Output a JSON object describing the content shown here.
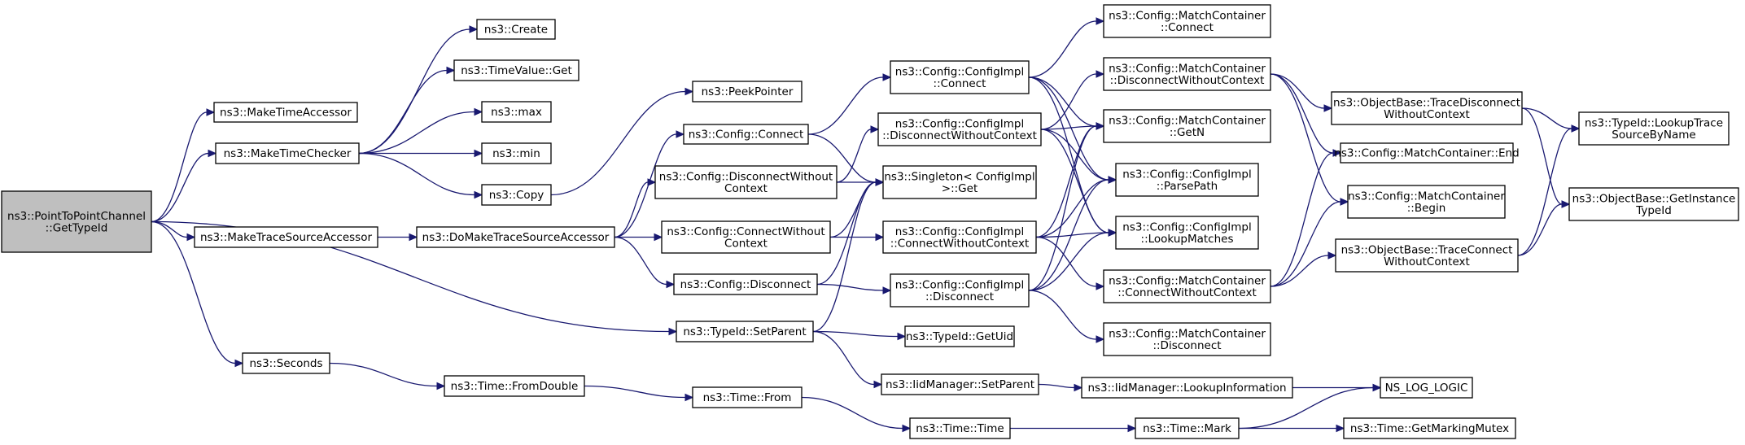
{
  "diagram": {
    "root": "PointToPointChannel",
    "nodes": [
      {
        "id": "PointToPointChannel",
        "lines": [
          "ns3::PointToPointChannel",
          "::GetTypeId"
        ],
        "root": true
      },
      {
        "id": "MakeTimeAccessor",
        "lines": [
          "ns3::MakeTimeAccessor"
        ]
      },
      {
        "id": "MakeTimeChecker",
        "lines": [
          "ns3::MakeTimeChecker"
        ]
      },
      {
        "id": "MakeTraceSourceAccessor",
        "lines": [
          "ns3::MakeTraceSourceAccessor"
        ]
      },
      {
        "id": "Seconds",
        "lines": [
          "ns3::Seconds"
        ]
      },
      {
        "id": "Create",
        "lines": [
          "ns3::Create"
        ]
      },
      {
        "id": "TimeValueGet",
        "lines": [
          "ns3::TimeValue::Get"
        ]
      },
      {
        "id": "Max",
        "lines": [
          "ns3::max"
        ]
      },
      {
        "id": "Min",
        "lines": [
          "ns3::min"
        ]
      },
      {
        "id": "Copy",
        "lines": [
          "ns3::Copy"
        ]
      },
      {
        "id": "DoMakeTraceSourceAccessor",
        "lines": [
          "ns3::DoMakeTraceSourceAccessor"
        ]
      },
      {
        "id": "TimeFromDouble",
        "lines": [
          "ns3::Time::FromDouble"
        ]
      },
      {
        "id": "PeekPointer",
        "lines": [
          "ns3::PeekPointer"
        ]
      },
      {
        "id": "ConfigConnect",
        "lines": [
          "ns3::Config::Connect"
        ]
      },
      {
        "id": "ConfigDisconnectWithoutContext",
        "lines": [
          "ns3::Config::DisconnectWithout",
          "Context"
        ]
      },
      {
        "id": "ConfigConnectWithoutContext",
        "lines": [
          "ns3::Config::ConnectWithout",
          "Context"
        ]
      },
      {
        "id": "ConfigDisconnect",
        "lines": [
          "ns3::Config::Disconnect"
        ]
      },
      {
        "id": "TypeIdSetParent",
        "lines": [
          "ns3::TypeId::SetParent"
        ]
      },
      {
        "id": "TimeFrom",
        "lines": [
          "ns3::Time::From"
        ]
      },
      {
        "id": "ImplConnect",
        "lines": [
          "ns3::Config::ConfigImpl",
          "::Connect"
        ]
      },
      {
        "id": "ImplDisconnectWithoutContext",
        "lines": [
          "ns3::Config::ConfigImpl",
          "::DisconnectWithoutContext"
        ]
      },
      {
        "id": "SingletonGet",
        "lines": [
          "ns3::Singleton< ConfigImpl",
          ">::Get"
        ]
      },
      {
        "id": "ImplConnectWithoutContext",
        "lines": [
          "ns3::Config::ConfigImpl",
          "::ConnectWithoutContext"
        ]
      },
      {
        "id": "ImplDisconnect",
        "lines": [
          "ns3::Config::ConfigImpl",
          "::Disconnect"
        ]
      },
      {
        "id": "TypeIdGetUid",
        "lines": [
          "ns3::TypeId::GetUid"
        ]
      },
      {
        "id": "IidManagerSetParent",
        "lines": [
          "ns3::IidManager::SetParent"
        ]
      },
      {
        "id": "TimeTime",
        "lines": [
          "ns3::Time::Time"
        ]
      },
      {
        "id": "MCConnect",
        "lines": [
          "ns3::Config::MatchContainer",
          "::Connect"
        ]
      },
      {
        "id": "MCDisconnectWithoutContext",
        "lines": [
          "ns3::Config::MatchContainer",
          "::DisconnectWithoutContext"
        ]
      },
      {
        "id": "MCGetN",
        "lines": [
          "ns3::Config::MatchContainer",
          "::GetN"
        ]
      },
      {
        "id": "ImplParsePath",
        "lines": [
          "ns3::Config::ConfigImpl",
          "::ParsePath"
        ]
      },
      {
        "id": "ImplLookupMatches",
        "lines": [
          "ns3::Config::ConfigImpl",
          "::LookupMatches"
        ]
      },
      {
        "id": "MCConnectWithoutContext",
        "lines": [
          "ns3::Config::MatchContainer",
          "::ConnectWithoutContext"
        ]
      },
      {
        "id": "MCDisconnect",
        "lines": [
          "ns3::Config::MatchContainer",
          "::Disconnect"
        ]
      },
      {
        "id": "IidLookupInformation",
        "lines": [
          "ns3::IidManager::LookupInformation"
        ]
      },
      {
        "id": "TimeMark",
        "lines": [
          "ns3::Time::Mark"
        ]
      },
      {
        "id": "OBTraceDisconnect",
        "lines": [
          "ns3::ObjectBase::TraceDisconnect",
          "WithoutContext"
        ]
      },
      {
        "id": "MCEnd",
        "lines": [
          "ns3::Config::MatchContainer::End"
        ]
      },
      {
        "id": "MCBegin",
        "lines": [
          "ns3::Config::MatchContainer",
          "::Begin"
        ]
      },
      {
        "id": "OBTraceConnect",
        "lines": [
          "ns3::ObjectBase::TraceConnect",
          "WithoutContext"
        ]
      },
      {
        "id": "NSLogLogic",
        "lines": [
          "NS_LOG_LOGIC"
        ]
      },
      {
        "id": "TimeGetMarkingMutex",
        "lines": [
          "ns3::Time::GetMarkingMutex"
        ]
      },
      {
        "id": "LookupTraceSourceByName",
        "lines": [
          "ns3::TypeId::LookupTrace",
          "SourceByName"
        ]
      },
      {
        "id": "GetInstanceTypeId",
        "lines": [
          "ns3::ObjectBase::GetInstance",
          "TypeId"
        ]
      }
    ],
    "edges": [
      [
        "PointToPointChannel",
        "MakeTimeAccessor"
      ],
      [
        "PointToPointChannel",
        "MakeTimeChecker"
      ],
      [
        "PointToPointChannel",
        "MakeTraceSourceAccessor"
      ],
      [
        "PointToPointChannel",
        "TypeIdSetParent"
      ],
      [
        "PointToPointChannel",
        "Seconds"
      ],
      [
        "MakeTimeChecker",
        "Create"
      ],
      [
        "MakeTimeChecker",
        "TimeValueGet"
      ],
      [
        "MakeTimeChecker",
        "Max"
      ],
      [
        "MakeTimeChecker",
        "Min"
      ],
      [
        "MakeTimeChecker",
        "Copy"
      ],
      [
        "Copy",
        "PeekPointer"
      ],
      [
        "MakeTraceSourceAccessor",
        "DoMakeTraceSourceAccessor"
      ],
      [
        "DoMakeTraceSourceAccessor",
        "ConfigConnect"
      ],
      [
        "DoMakeTraceSourceAccessor",
        "ConfigDisconnectWithoutContext"
      ],
      [
        "DoMakeTraceSourceAccessor",
        "ConfigConnectWithoutContext"
      ],
      [
        "DoMakeTraceSourceAccessor",
        "ConfigDisconnect"
      ],
      [
        "ConfigConnect",
        "ImplConnect"
      ],
      [
        "ConfigConnect",
        "SingletonGet"
      ],
      [
        "ConfigDisconnectWithoutContext",
        "ImplDisconnectWithoutContext"
      ],
      [
        "ConfigDisconnectWithoutContext",
        "SingletonGet"
      ],
      [
        "ConfigConnectWithoutContext",
        "SingletonGet"
      ],
      [
        "ConfigConnectWithoutContext",
        "ImplConnectWithoutContext"
      ],
      [
        "ConfigDisconnect",
        "SingletonGet"
      ],
      [
        "ConfigDisconnect",
        "ImplDisconnect"
      ],
      [
        "TypeIdSetParent",
        "SingletonGet"
      ],
      [
        "TypeIdSetParent",
        "TypeIdGetUid"
      ],
      [
        "TypeIdSetParent",
        "IidManagerSetParent"
      ],
      [
        "ImplConnect",
        "MCConnect"
      ],
      [
        "ImplConnect",
        "MCGetN"
      ],
      [
        "ImplConnect",
        "ImplParsePath"
      ],
      [
        "ImplConnect",
        "ImplLookupMatches"
      ],
      [
        "ImplDisconnectWithoutContext",
        "MCDisconnectWithoutContext"
      ],
      [
        "ImplDisconnectWithoutContext",
        "MCGetN"
      ],
      [
        "ImplDisconnectWithoutContext",
        "ImplParsePath"
      ],
      [
        "ImplDisconnectWithoutContext",
        "ImplLookupMatches"
      ],
      [
        "ImplConnectWithoutContext",
        "MCGetN"
      ],
      [
        "ImplConnectWithoutContext",
        "ImplParsePath"
      ],
      [
        "ImplConnectWithoutContext",
        "ImplLookupMatches"
      ],
      [
        "ImplConnectWithoutContext",
        "MCConnectWithoutContext"
      ],
      [
        "ImplDisconnect",
        "MCGetN"
      ],
      [
        "ImplDisconnect",
        "ImplParsePath"
      ],
      [
        "ImplDisconnect",
        "ImplLookupMatches"
      ],
      [
        "ImplDisconnect",
        "MCDisconnect"
      ],
      [
        "MCDisconnectWithoutContext",
        "OBTraceDisconnect"
      ],
      [
        "MCDisconnectWithoutContext",
        "MCEnd"
      ],
      [
        "MCDisconnectWithoutContext",
        "MCBegin"
      ],
      [
        "MCConnectWithoutContext",
        "MCEnd"
      ],
      [
        "MCConnectWithoutContext",
        "MCBegin"
      ],
      [
        "MCConnectWithoutContext",
        "OBTraceConnect"
      ],
      [
        "OBTraceDisconnect",
        "LookupTraceSourceByName"
      ],
      [
        "OBTraceDisconnect",
        "GetInstanceTypeId"
      ],
      [
        "OBTraceConnect",
        "LookupTraceSourceByName"
      ],
      [
        "OBTraceConnect",
        "GetInstanceTypeId"
      ],
      [
        "IidManagerSetParent",
        "IidLookupInformation"
      ],
      [
        "IidLookupInformation",
        "NSLogLogic"
      ],
      [
        "Seconds",
        "TimeFromDouble"
      ],
      [
        "TimeFromDouble",
        "TimeFrom"
      ],
      [
        "TimeFrom",
        "TimeTime"
      ],
      [
        "TimeTime",
        "TimeMark"
      ],
      [
        "TimeMark",
        "NSLogLogic"
      ],
      [
        "TimeMark",
        "TimeGetMarkingMutex"
      ]
    ]
  }
}
